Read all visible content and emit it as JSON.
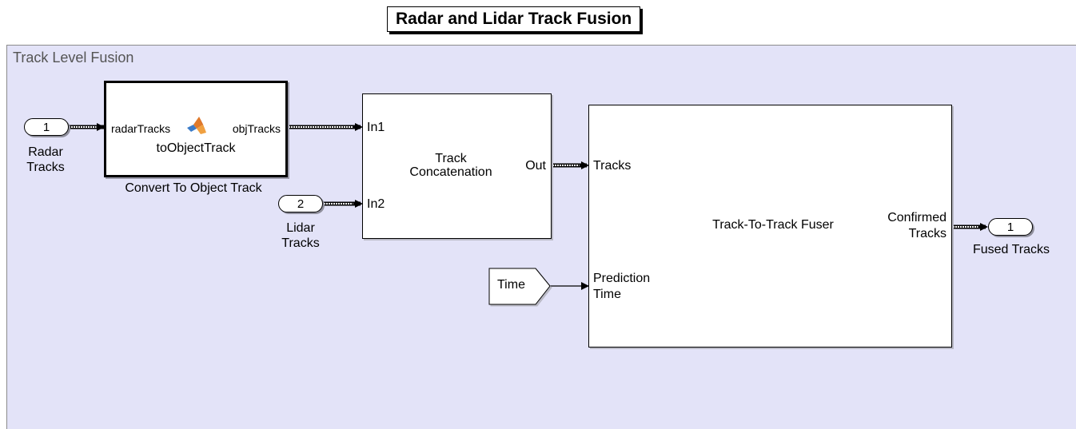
{
  "title": "Radar and Lidar Track Fusion",
  "area_label": "Track Level Fusion",
  "inports": [
    {
      "number": "1",
      "label": "Radar\nTracks"
    },
    {
      "number": "2",
      "label": "Lidar\nTracks"
    }
  ],
  "outport": {
    "number": "1",
    "label": "Fused Tracks"
  },
  "convert_block": {
    "input_port": "radarTracks",
    "output_port": "objTracks",
    "function_name": "toObjectTrack",
    "caption": "Convert To Object Track",
    "icon": "matlab-logo-icon"
  },
  "concat_block": {
    "name": "Track\nConcatenation",
    "in1": "In1",
    "in2": "In2",
    "out": "Out"
  },
  "fuser_block": {
    "name": "Track-To-Track Fuser",
    "tracks_port": "Tracks",
    "time_port": "Prediction\nTime",
    "output_port": "Confirmed\nTracks"
  },
  "clock_block": {
    "label": "Time"
  }
}
